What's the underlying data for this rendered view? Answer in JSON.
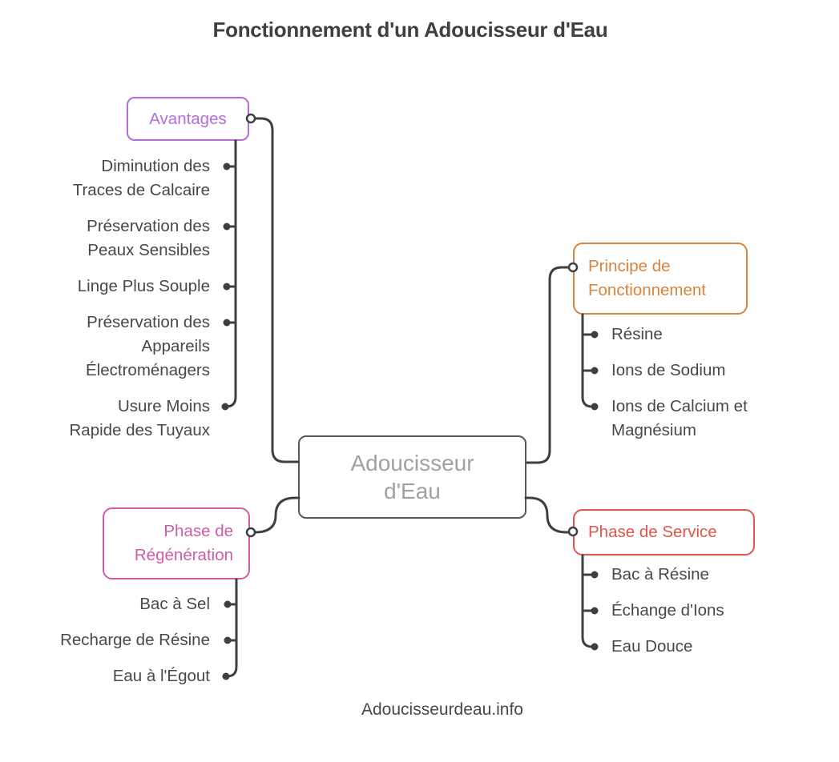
{
  "title": "Fonctionnement d'un Adoucisseur d'Eau",
  "footer": "Adoucisseurdeau.info",
  "center": {
    "label": "Adoucisseur\nd'Eau"
  },
  "branches": {
    "avantages": {
      "label": "Avantages",
      "color": "#b46ce0",
      "children": [
        "Diminution des\nTraces de Calcaire",
        "Préservation des\nPeaux Sensibles",
        "Linge Plus Souple",
        "Préservation des\nAppareils\nÉlectroménagers",
        "Usure Moins\nRapide des Tuyaux"
      ]
    },
    "principe": {
      "label": "Principe de\nFonctionnement",
      "color": "#d9833c",
      "children": [
        "Résine",
        "Ions de Sodium",
        "Ions de Calcium et\nMagnésium"
      ]
    },
    "regeneration": {
      "label": "Phase de\nRégénération",
      "color": "#d05ca8",
      "children": [
        "Bac à Sel",
        "Recharge de Résine",
        "Eau à l'Égout"
      ]
    },
    "service": {
      "label": "Phase de Service",
      "color": "#e05649",
      "children": [
        "Bac à Résine",
        "Échange d'Ions",
        "Eau Douce"
      ]
    }
  },
  "colors": {
    "line_dark": "#3d4043",
    "text_dark": "#46484b",
    "title_text": "#3e4144",
    "center_border": "#54585b",
    "center_text": "#9fa2a4",
    "accent_purple": "#b46ce0",
    "accent_orange": "#d9833c",
    "accent_pink": "#d05ca8",
    "accent_red": "#e05649",
    "background": "#ffffff"
  }
}
